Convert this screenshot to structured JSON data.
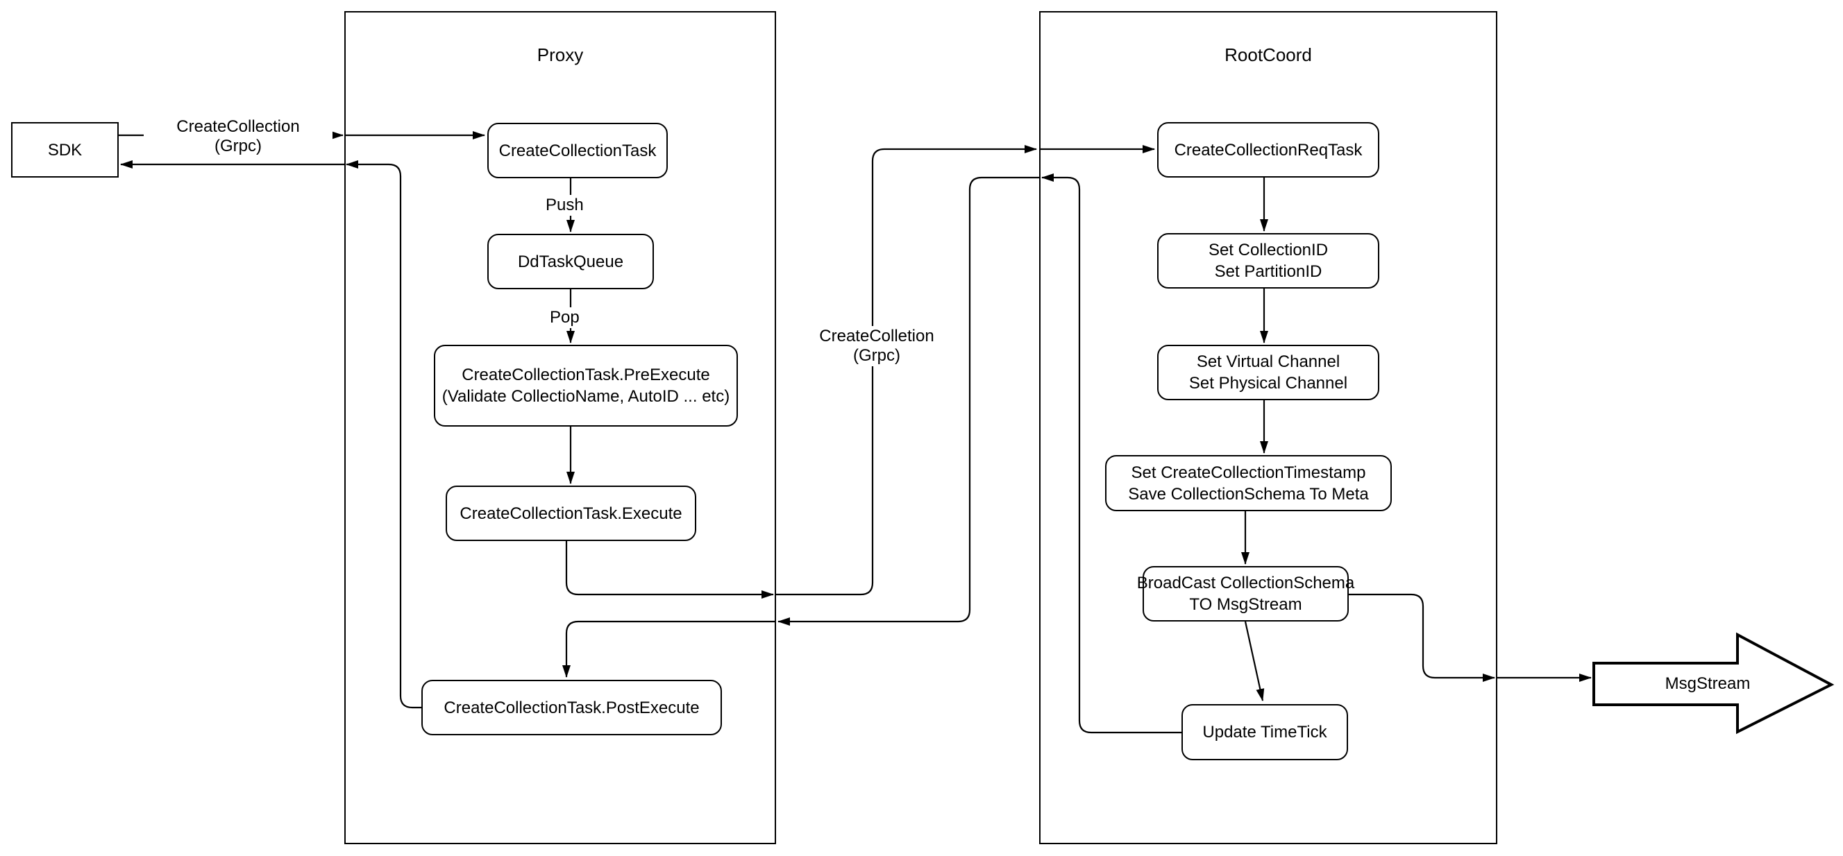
{
  "diagram": {
    "colors": {
      "stroke": "#000000",
      "background": "#ffffff",
      "node_fill": "#ffffff"
    },
    "containers": {
      "proxy": {
        "title": "Proxy"
      },
      "rootCoord": {
        "title": "RootCoord"
      }
    },
    "nodes": {
      "sdk": {
        "label": "SDK"
      },
      "createCollectionTask": {
        "label": "CreateCollectionTask"
      },
      "ddTaskQueue": {
        "label": "DdTaskQueue"
      },
      "preExecute": {
        "line1": "CreateCollectionTask.PreExecute",
        "line2": "(Validate CollectioName, AutoID ... etc)"
      },
      "execute": {
        "label": "CreateCollectionTask.Execute"
      },
      "postExecute": {
        "label": "CreateCollectionTask.PostExecute"
      },
      "reqTask": {
        "label": "CreateCollectionReqTask"
      },
      "setIds": {
        "line1": "Set CollectionID",
        "line2": "Set PartitionID"
      },
      "setChannels": {
        "line1": "Set Virtual Channel",
        "line2": "Set Physical Channel"
      },
      "setTimestamp": {
        "line1": "Set CreateCollectionTimestamp",
        "line2": "Save CollectionSchema To Meta"
      },
      "broadcast": {
        "line1": "BroadCast CollectionSchema",
        "line2": "TO MsgStream"
      },
      "updateTimeTick": {
        "label": "Update TimeTick"
      },
      "msgStream": {
        "label": "MsgStream"
      }
    },
    "edgeLabels": {
      "grpcRequest": {
        "line1": "CreateCollection",
        "line2": "(Grpc)"
      },
      "push": {
        "text": "Push"
      },
      "pop": {
        "text": "Pop"
      },
      "grpcInternal": {
        "line1": "CreateColletion",
        "line2": "(Grpc)"
      }
    }
  }
}
